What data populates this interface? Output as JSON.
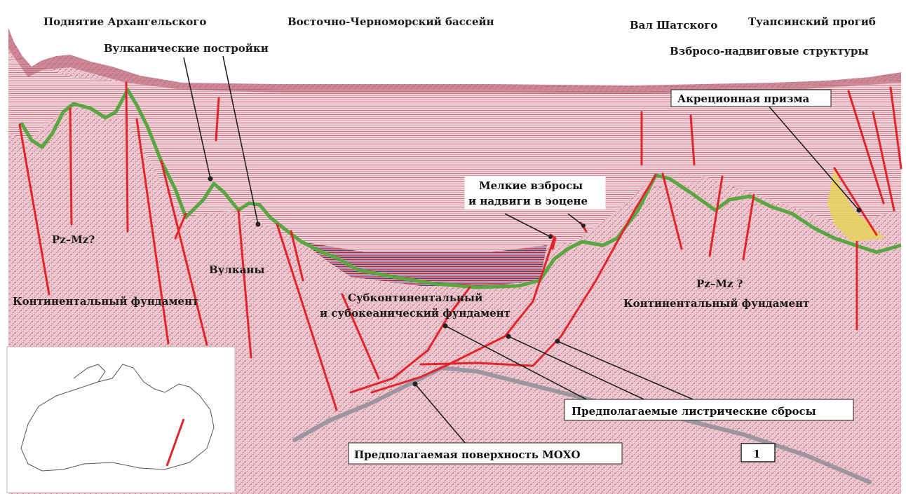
{
  "labels": {
    "podnyatie": "Поднятие Архангельского",
    "bassein": "Восточно-Черноморский бассейн",
    "val": "Вал Шатского",
    "tuapse": "Туапсинский прогиб",
    "vulk_postroiki": "Вулканические постройки",
    "vzbroso": "Взбросо-надвиговые структуры",
    "prizma": "Акреционная призма",
    "melkie_1": "Мелкие взбросы",
    "melkie_2": "и надвиги в эоцене",
    "pzmz_left": "Pz–Mz?",
    "vulkany": "Вулканы",
    "kont_left": "Континентальный фундамент",
    "subkont_1": "Субконтинентальный",
    "subkont_2": "и субокеанический фундамент",
    "pzmz_right": "Pz–Mz ?",
    "kont_right": "Континентальный фундамент",
    "listric": "Предполагаемые листрические сбросы",
    "moho": "Предполагаемая поверхность МОХО",
    "panel_number": "1"
  },
  "colors": {
    "background": "#ffffff",
    "seismic": "#e9b9c3",
    "seismic_dark": "#c9788c",
    "reflector_red": "#b8384e",
    "reflector_blue": "#3b4f8a",
    "basement_green": "#5aa642",
    "fault_red": "#e0262a",
    "moho_gray": "#8e8e9a",
    "prism_yellow": "#e8d25a",
    "inset_line": "#e0262a"
  }
}
